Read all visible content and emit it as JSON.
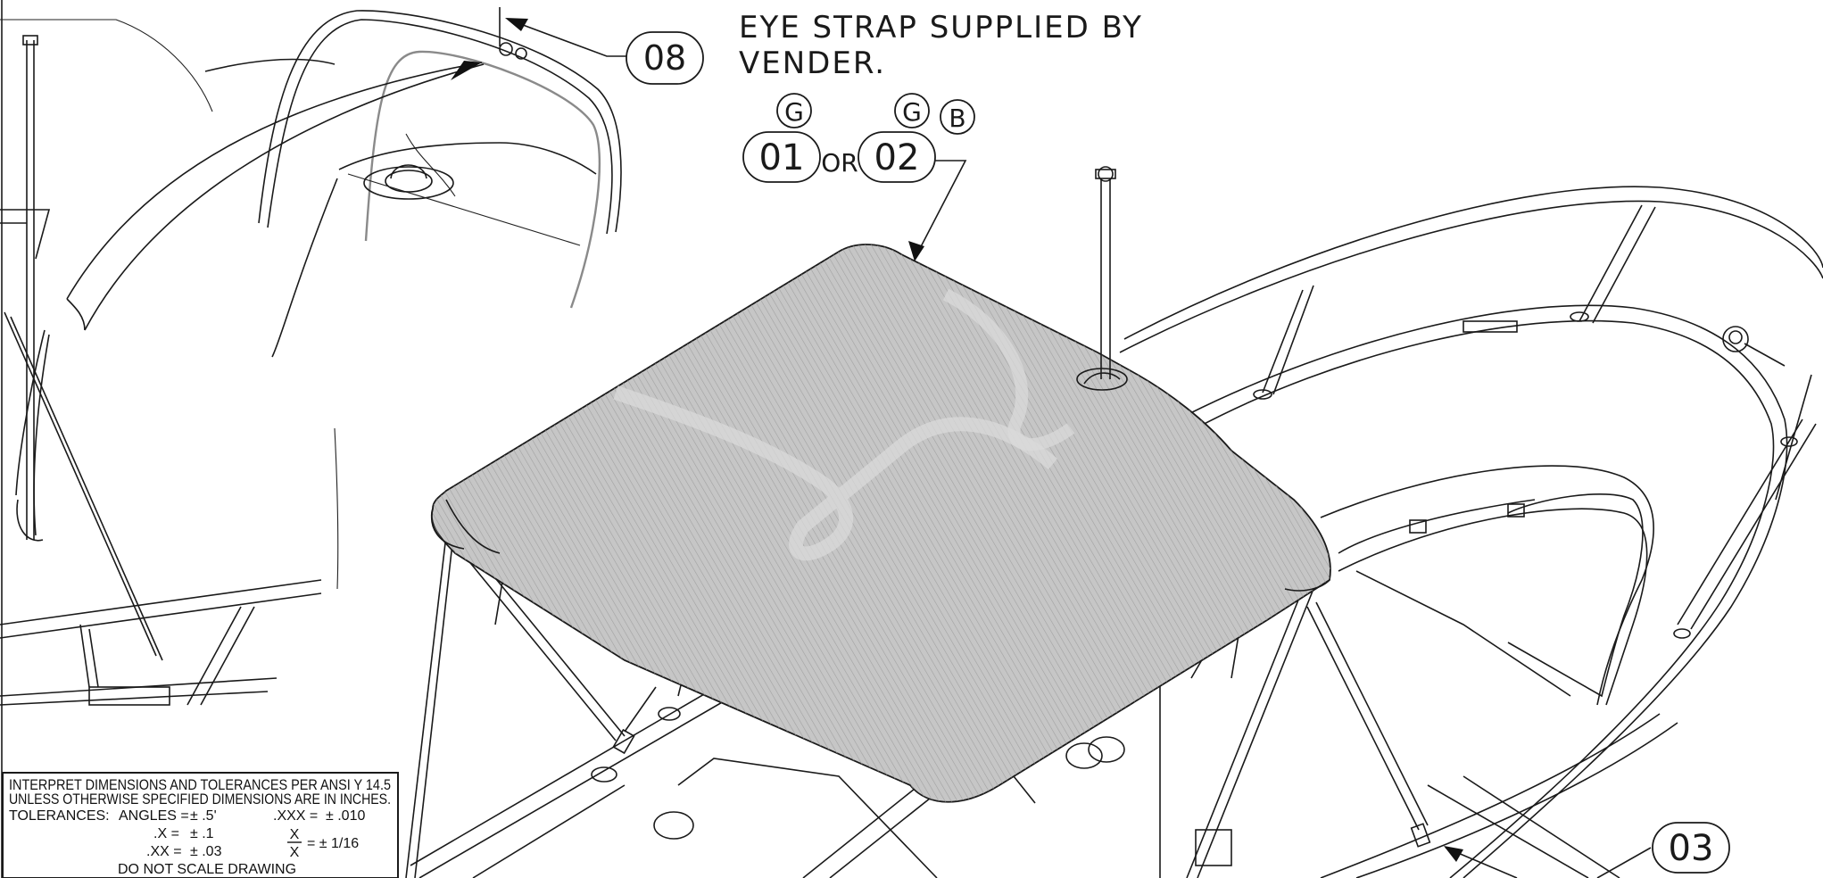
{
  "note": {
    "line1": "EYE STRAP SUPPLIED BY",
    "line2": "VENDER."
  },
  "balloons": {
    "b08": "08",
    "b01": "01",
    "b02": "02",
    "b03": "03",
    "or_text": "OR",
    "g1": "G",
    "g2": "G",
    "b": "B"
  },
  "title_block": {
    "line1": "INTERPRET DIMENSIONS AND TOLERANCES PER ANSI Y 14.5",
    "line2": "UNLESS OTHERWISE SPECIFIED DIMENSIONS ARE IN INCHES.",
    "tolerances_label": "TOLERANCES:",
    "angles_label": "ANGLES =",
    "angles_value": "± .5'",
    "x_label": ".X =",
    "x_value": "± .1",
    "xx_label": ".XX =",
    "xx_value": "± .03",
    "xxx_label": ".XXX =",
    "xxx_value": "± .010",
    "frac_top": "X",
    "frac_bottom": "X",
    "frac_value": "= ± 1/16",
    "footer": "DO NOT SCALE DRAWING"
  },
  "colors": {
    "line": "#1a1a1a",
    "canopy": "#c8c8c8",
    "canopy_hatch": "#9a9a9a",
    "accent_gray": "#8a8a8a"
  }
}
